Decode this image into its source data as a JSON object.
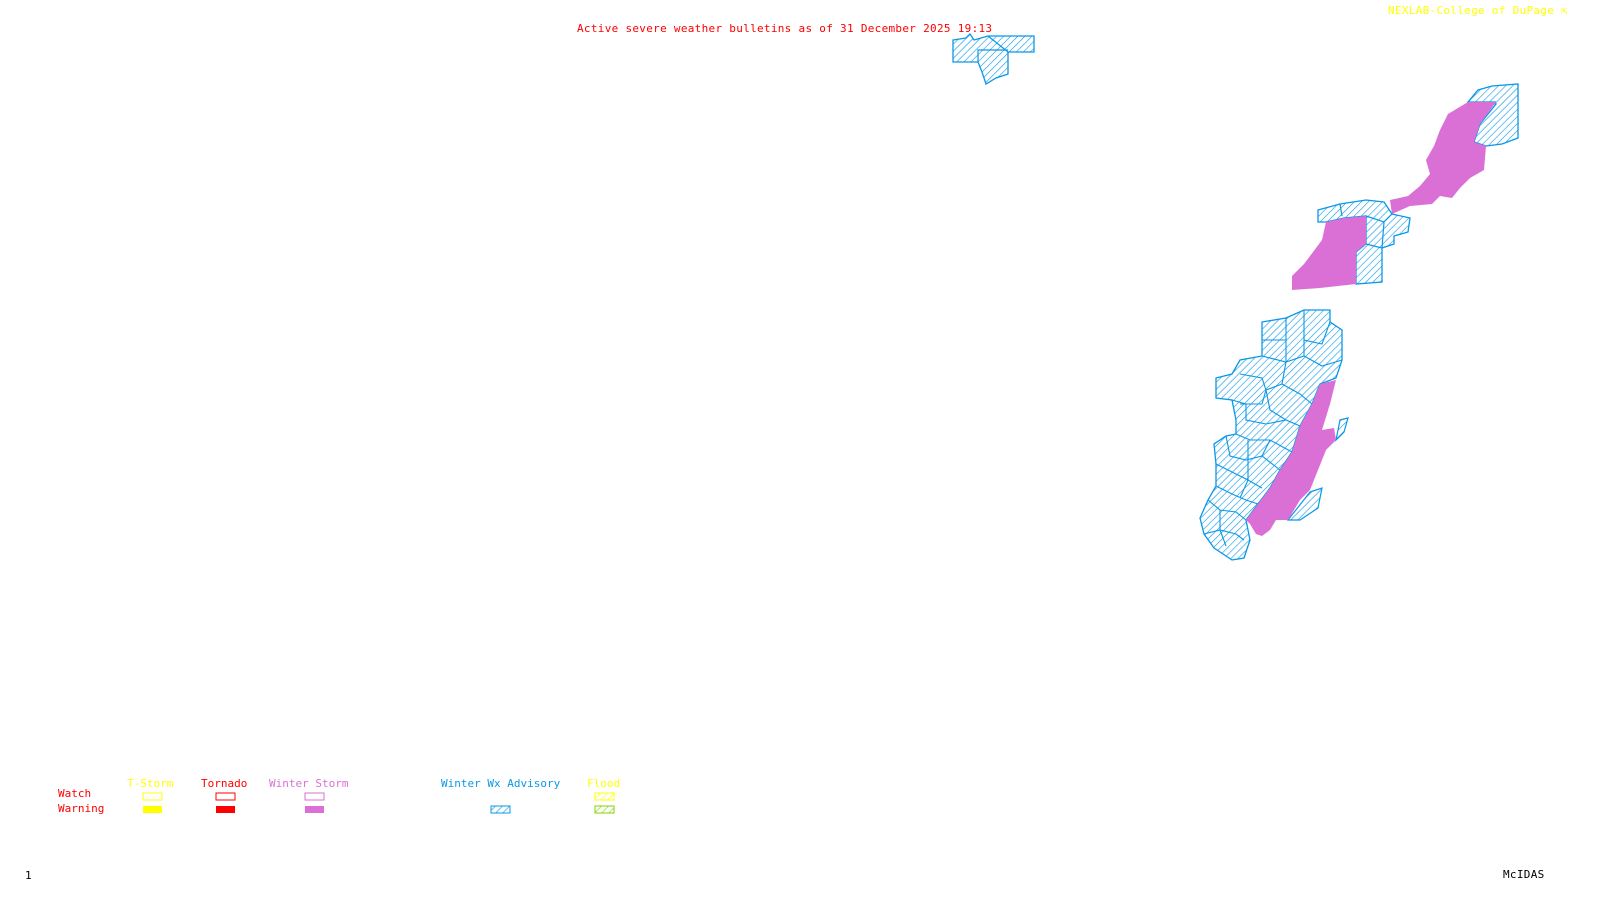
{
  "header": {
    "title": "Active severe weather bulletins as of 31 December 2025 19:13",
    "credit": "NEXLAB-College of DuPage",
    "credit_icon": "cursor-arrow-icon"
  },
  "footer": {
    "frame_number": "1",
    "software": "McIDAS"
  },
  "colors": {
    "title": "#ff0000",
    "credit": "#ffff00",
    "tstorm": "#ffff00",
    "tornado": "#ff0000",
    "winter_storm": "#da70d6",
    "winter_advisory": "#0a97e8",
    "flood_watch": "#ffff00",
    "flood_warning": "#7fd600"
  },
  "legend": {
    "row_labels": {
      "watch": "Watch",
      "warning": "Warning"
    },
    "categories": [
      {
        "key": "tstorm",
        "label": "T-Storm",
        "watch_style": "outline",
        "warning_style": "filled"
      },
      {
        "key": "tornado",
        "label": "Tornado",
        "watch_style": "outline",
        "warning_style": "filled"
      },
      {
        "key": "winter_storm",
        "label": "Winter Storm",
        "watch_style": "outline",
        "warning_style": "filled"
      },
      {
        "key": "winter_advisory",
        "label": "Winter Wx Advisory",
        "watch_style": "none",
        "warning_style": "hatched"
      },
      {
        "key": "flood",
        "label": "Flood",
        "watch_style": "hatched",
        "warning_style": "hatched"
      }
    ]
  },
  "map": {
    "regions": [
      {
        "name": "northern-advisory-area",
        "type": "Winter Wx Advisory"
      },
      {
        "name": "northeast-advisory-area",
        "type": "Winter Wx Advisory"
      },
      {
        "name": "northeast-winter-storm-warning",
        "type": "Winter Storm Warning"
      },
      {
        "name": "central-advisory-area",
        "type": "Winter Wx Advisory"
      },
      {
        "name": "central-winter-storm-warning",
        "type": "Winter Storm Warning"
      },
      {
        "name": "southern-advisory-counties",
        "type": "Winter Wx Advisory"
      },
      {
        "name": "southern-winter-storm-warning",
        "type": "Winter Storm Warning"
      }
    ]
  }
}
